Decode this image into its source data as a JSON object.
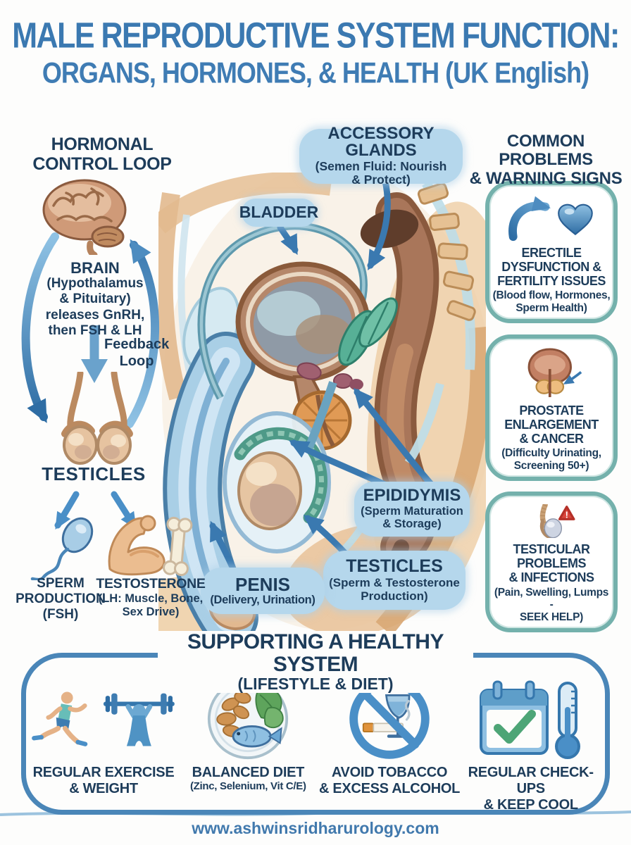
{
  "title": {
    "line1": "MALE REPRODUCTIVE SYSTEM FUNCTION:",
    "line2": "ORGANS, HORMONES, & HEALTH (UK English)"
  },
  "hormonal_loop": {
    "heading": "HORMONAL\nCONTROL LOOP",
    "brain_title": "BRAIN",
    "brain_sub": "(Hypothalamus\n& Pituitary)\nreleases GnRH,\nthen FSH & LH",
    "feedback_label": "Feedback\nLoop",
    "testicles_label": "TESTICLES",
    "sperm_label": "SPERM\nPRODUCTION\n(FSH)",
    "testosterone_title": "TESTOSTERONE",
    "testosterone_sub": "(LH: Muscle, Bone,\nSex Drive)",
    "icons": [
      "brain-icon",
      "loop-arrows-icon",
      "testicles-icon",
      "sperm-icon",
      "muscle-bone-icon"
    ]
  },
  "anatomy_labels": {
    "accessory_glands_title": "ACCESSORY GLANDS",
    "accessory_glands_sub": "(Semen Fluid: Nourish\n& Protect)",
    "bladder": "BLADDER",
    "epididymis_title": "EPIDIDYMIS",
    "epididymis_sub": "(Sperm Maturation\n& Storage)",
    "testicles_title": "TESTICLES",
    "testicles_sub": "(Sperm & Testosterone\nProduction)",
    "penis_title": "PENIS",
    "penis_sub": "(Delivery, Urination)"
  },
  "problems": {
    "heading": "COMMON PROBLEMS\n& WARNING SIGNS",
    "cards": [
      {
        "icon": "arrow-heart-icon",
        "title": "ERECTILE\nDYSFUNCTION &\nFERTILITY ISSUES",
        "sub": "(Blood flow, Hormones,\nSperm Health)"
      },
      {
        "icon": "prostate-icon",
        "title": "PROSTATE\nENLARGEMENT\n& CANCER",
        "sub": "(Difficulty Urinating,\nScreening 50+)"
      },
      {
        "icon": "testicle-warning-icon",
        "warning_glyph": "!",
        "title": "TESTICULAR PROBLEMS\n& INFECTIONS",
        "sub": "(Pain, Swelling, Lumps -\nSEEK HELP)"
      }
    ]
  },
  "healthy_system": {
    "heading": "SUPPORTING A HEALTHY SYSTEM",
    "subheading": "(LIFESTYLE & DIET)",
    "items": [
      {
        "icon": "exercise-icon",
        "label": "REGULAR EXERCISE\n& WEIGHT",
        "sub": ""
      },
      {
        "icon": "balanced-diet-icon",
        "label": "BALANCED DIET",
        "sub": "(Zinc, Selenium, Vit C/E)"
      },
      {
        "icon": "no-tobacco-alcohol-icon",
        "label": "AVOID TOBACCO\n& EXCESS ALCOHOL",
        "sub": ""
      },
      {
        "icon": "checkup-thermometer-icon",
        "label": "REGULAR CHECK-UPS\n& KEEP COOL",
        "sub": ""
      }
    ]
  },
  "footer": {
    "url": "www.ashwinsridharurology.com"
  },
  "colors": {
    "title_blue": "#3b79b1",
    "heading_navy": "#1d3c5a",
    "pill_blue": "#b5d7ec",
    "card_border_teal": "#74b1ac",
    "arrow_blue": "#3a79b0",
    "warning_red": "#d9453c",
    "accent_teal": "#57b096",
    "skin_tan": "#e9c49c",
    "organ_brown": "#8a5a3e"
  }
}
